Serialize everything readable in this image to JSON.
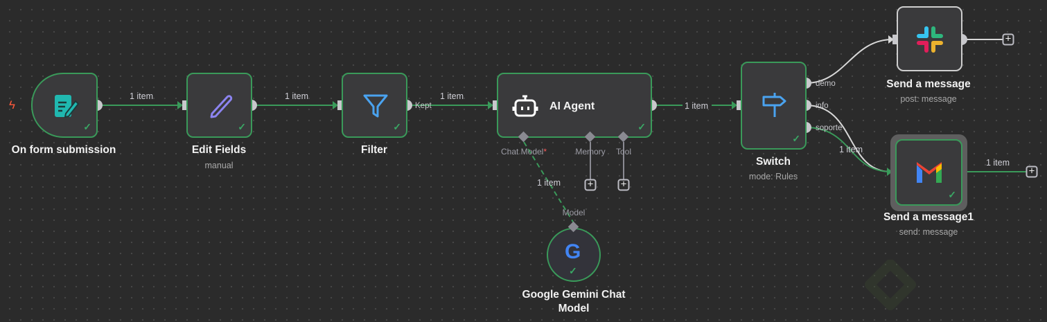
{
  "colors": {
    "success": "#3a9a5a",
    "canvas": "#2b2b2b",
    "node": "#3a3a3c"
  },
  "nodes": {
    "trigger": {
      "title": "On form submission",
      "icon": "form-icon"
    },
    "edit": {
      "title": "Edit Fields",
      "subtitle": "manual",
      "icon": "pencil-icon"
    },
    "filter": {
      "title": "Filter",
      "icon": "filter-icon",
      "output": "Kept"
    },
    "agent": {
      "title": "AI Agent",
      "icon": "robot-icon",
      "inputs": {
        "chat_model": "Chat Model",
        "required": "*",
        "memory": "Memory",
        "tool": "Tool"
      }
    },
    "gemini": {
      "title_line1": "Google Gemini Chat",
      "title_line2": "Model",
      "port": "Model",
      "icon": "google-icon"
    },
    "switch": {
      "title": "Switch",
      "subtitle": "mode: Rules",
      "icon": "signpost-icon",
      "outputs": [
        "demo",
        "info",
        "soporte"
      ]
    },
    "slack": {
      "title": "Send a message",
      "subtitle": "post: message",
      "icon": "slack-icon"
    },
    "gmail": {
      "title": "Send a message1",
      "subtitle": "send: message",
      "icon": "gmail-icon"
    }
  },
  "edges": {
    "e1": "1 item",
    "e2": "1 item",
    "e3": "1 item",
    "e4": "1 item",
    "e5": "1 item",
    "e6": "1 item",
    "e7": "1 item"
  },
  "plus": "+"
}
